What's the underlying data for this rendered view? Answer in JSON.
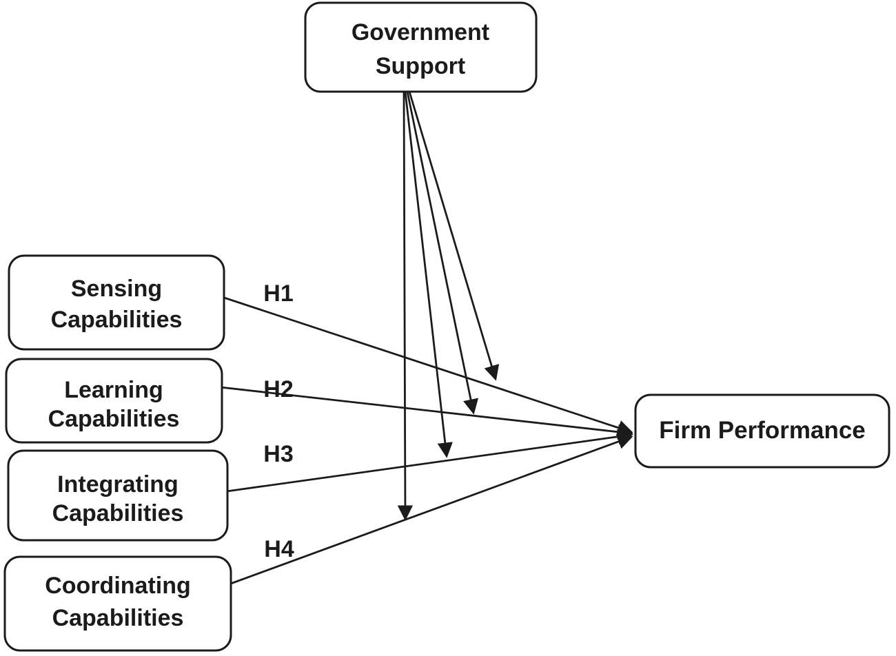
{
  "figure": {
    "type": "structural-path-model",
    "background_color": "#ffffff",
    "line_color": "#1b1b1b",
    "box_fill": "#ffffff"
  },
  "nodes": {
    "government_support": {
      "label": "Government Support",
      "line1": "Government",
      "line2": "Support",
      "role": "moderator"
    },
    "sensing_capabilities": {
      "label": "Sensing Capabilities",
      "line1": "Sensing",
      "line2": "Capabilities",
      "role": "independent"
    },
    "learning_capabilities": {
      "label": "Learning Capabilities",
      "line1": "Learning",
      "line2": "Capabilities",
      "role": "independent"
    },
    "integrating_capabilities": {
      "label": "Integrating Capabilities",
      "line1": "Integrating",
      "line2": "Capabilities",
      "role": "independent"
    },
    "coordinating_capabilities": {
      "label": "Coordinating Capabilities",
      "line1": "Coordinating",
      "line2": "Capabilities",
      "role": "independent"
    },
    "firm_performance": {
      "label": "Firm Performance",
      "role": "dependent"
    }
  },
  "edges": {
    "h1": {
      "label": "H1",
      "from": "Sensing Capabilities",
      "to": "Firm Performance"
    },
    "h2": {
      "label": "H2",
      "from": "Learning Capabilities",
      "to": "Firm Performance"
    },
    "h3": {
      "label": "H3",
      "from": "Integrating Capabilities",
      "to": "Firm Performance"
    },
    "h4": {
      "label": "H4",
      "from": "Coordinating Capabilities",
      "to": "Firm Performance"
    },
    "moderation": [
      {
        "from": "Government Support",
        "targets_path": "H1"
      },
      {
        "from": "Government Support",
        "targets_path": "H2"
      },
      {
        "from": "Government Support",
        "targets_path": "H3"
      },
      {
        "from": "Government Support",
        "targets_path": "H4"
      }
    ]
  }
}
